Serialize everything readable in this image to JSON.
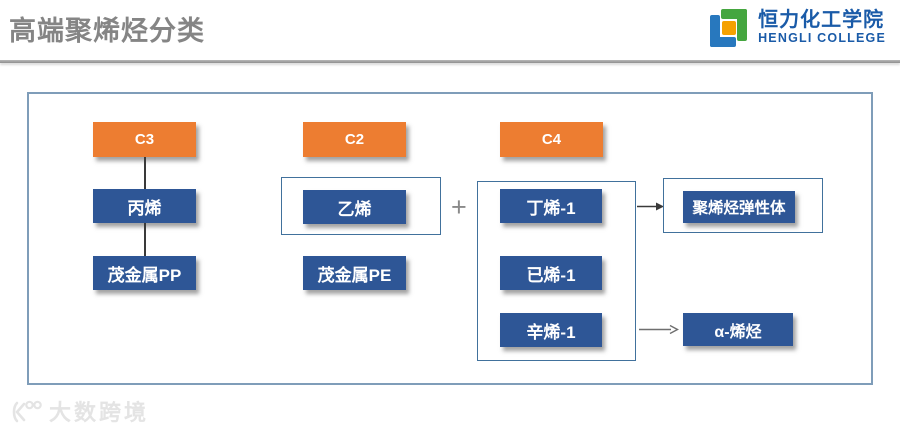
{
  "header": {
    "title": "高端聚烯烃分类",
    "logo": {
      "cn": "恒力化工学院",
      "en": "HENGLI COLLEGE"
    }
  },
  "diagram": {
    "columns": [
      {
        "id": "c3",
        "header": "C3",
        "items": [
          "丙烯",
          "茂金属PP"
        ]
      },
      {
        "id": "c2",
        "header": "C2",
        "items": [
          "乙烯",
          "茂金属PE"
        ]
      },
      {
        "id": "c4",
        "header": "C4",
        "items": [
          "丁烯-1",
          "已烯-1",
          "辛烯-1"
        ]
      }
    ],
    "plus_sign": "+",
    "outputs": [
      {
        "label": "聚烯烃弹性体"
      },
      {
        "label": "α-烯烃"
      }
    ]
  },
  "watermark": {
    "text": "大数跨境"
  },
  "colors": {
    "accent_orange": "#ED7D31",
    "accent_blue": "#2E5696",
    "frame_blue": "#41719C",
    "container_border": "#7F9DB9",
    "logo_blue": "#1A5BA8",
    "logo_green": "#45A63F",
    "logo_orange": "#F5A100",
    "title_gray": "#858585"
  }
}
